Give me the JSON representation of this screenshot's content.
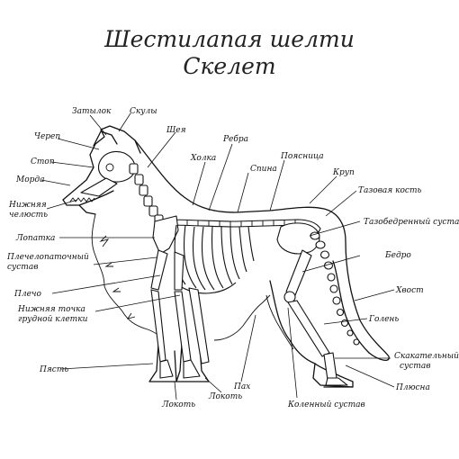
{
  "title": {
    "line1": "Шестилапая шелти",
    "line2": "Скелет"
  },
  "labels": {
    "zatylok": "Затылок",
    "skuly": "Скулы",
    "cherep": "Череп",
    "shea": "Шея",
    "rebra": "Ребра",
    "stop": "Стоп",
    "holka": "Холка",
    "poyasnitsa": "Поясница",
    "morda": "Морда",
    "spina": "Спина",
    "krup": "Круп",
    "nizh_chelyust_1": "Нижняя",
    "nizh_chelyust_2": "челюсть",
    "tazovaya_kost": "Тазовая кость",
    "tazobedr_sustav": "Тазобедренный сустав",
    "lopatka": "Лопатка",
    "plecheloopat_1": "Плечелопаточный",
    "plecheloopat_2": "сустав",
    "bedro": "Бедро",
    "plecho": "Плечо",
    "hvost": "Хвост",
    "nizh_tochka_1": "Нижняя точка",
    "nizh_tochka_2": "грудной клетки",
    "golen": "Голень",
    "skakat_1": "Скакательный",
    "skakat_2": "сустав",
    "past": "Пясть",
    "plyusna": "Плюсна",
    "pah": "Пах",
    "lokot_1": "Локоть",
    "lokot_2": "Локоть",
    "kolen_sustav": "Коленный сустав"
  }
}
